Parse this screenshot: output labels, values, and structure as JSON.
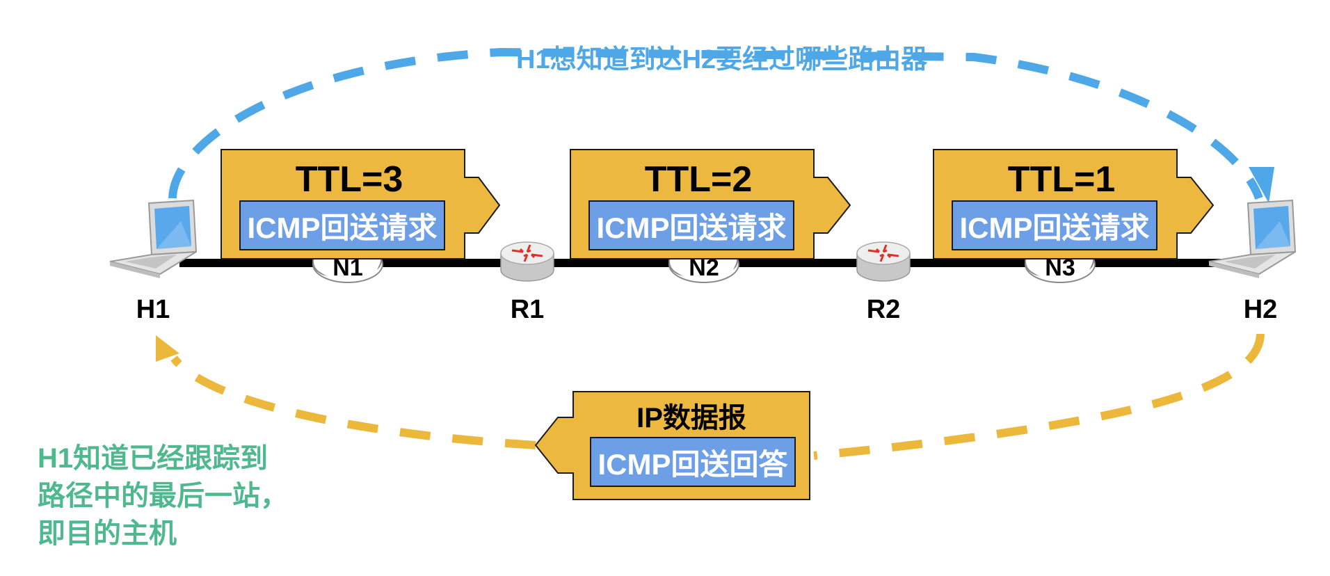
{
  "colors": {
    "top_arc": "#4ea8e8",
    "bottom_arc": "#ebb83c",
    "packet_fill": "#ecb840",
    "inner_fill": "#6d9fe6",
    "bottom_caption": "#4fb88e"
  },
  "top_caption": "H1想知道到达H2要经过哪些路由器",
  "bottom_caption": {
    "line1": "H1知道已经跟踪到",
    "line2": "路径中的最后一站，",
    "line3": "即目的主机"
  },
  "nodes": {
    "h1": "H1",
    "r1": "R1",
    "r2": "R2",
    "h2": "H2"
  },
  "networks": [
    "N1",
    "N2",
    "N3"
  ],
  "packets": [
    {
      "ttl": "TTL=3",
      "inner": "ICMP回送请求"
    },
    {
      "ttl": "TTL=2",
      "inner": "ICMP回送请求"
    },
    {
      "ttl": "TTL=1",
      "inner": "ICMP回送请求"
    }
  ],
  "reply": {
    "title": "IP数据报",
    "inner": "ICMP回送回答"
  },
  "icons": [
    "laptop-icon",
    "router-icon",
    "cloud-icon"
  ]
}
